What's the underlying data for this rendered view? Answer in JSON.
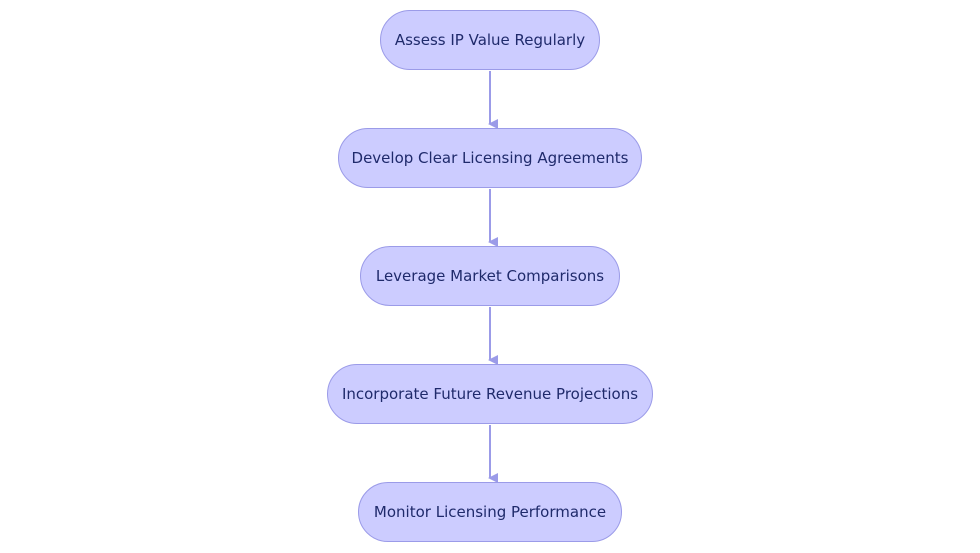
{
  "diagram": {
    "nodes": [
      {
        "id": "n1",
        "label": "Assess IP Value Regularly"
      },
      {
        "id": "n2",
        "label": "Develop Clear Licensing Agreements"
      },
      {
        "id": "n3",
        "label": "Leverage Market Comparisons"
      },
      {
        "id": "n4",
        "label": "Incorporate Future Revenue Projections"
      },
      {
        "id": "n5",
        "label": "Monitor Licensing Performance"
      }
    ],
    "edges": [
      {
        "from": "n1",
        "to": "n2"
      },
      {
        "from": "n2",
        "to": "n3"
      },
      {
        "from": "n3",
        "to": "n4"
      },
      {
        "from": "n4",
        "to": "n5"
      }
    ],
    "colors": {
      "node_fill": "#ccccff",
      "node_border": "#9b9be8",
      "text": "#1f2a6b",
      "edge": "#9b9be8"
    }
  }
}
